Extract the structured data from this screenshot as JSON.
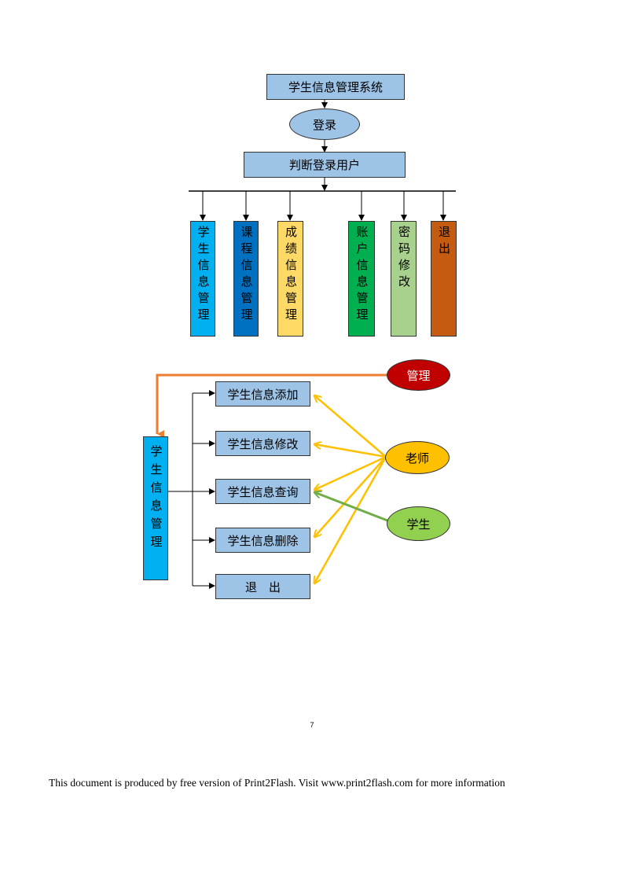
{
  "diagram": {
    "top_chart": {
      "title": "学生信息管理系统",
      "login": "登录",
      "judge": "判断登录用户",
      "modules": [
        {
          "label": "学生信息管理",
          "color": "#00b0f0"
        },
        {
          "label": "课程信息管理",
          "color": "#0070c0"
        },
        {
          "label": "成绩信息管理",
          "color": "#ffd966"
        },
        {
          "label": "账户信息管理",
          "color": "#00b050"
        },
        {
          "label": "密码修改",
          "color": "#a9d18e"
        },
        {
          "label": "退出",
          "color": "#c55a11"
        }
      ]
    },
    "bottom_chart": {
      "module": {
        "label": "学生信息管理",
        "color": "#00b0f0"
      },
      "functions": [
        "学生信息添加",
        "学生信息修改",
        "学生信息查询",
        "学生信息删除",
        "退　出"
      ],
      "roles": [
        {
          "label": "管理",
          "color": "#c00000",
          "text_color": "#ffffff",
          "line_color": "#ed7d31"
        },
        {
          "label": "老师",
          "color": "#ffc000",
          "text_color": "#000000",
          "line_color": "#ffc000"
        },
        {
          "label": "学生",
          "color": "#92d050",
          "text_color": "#000000",
          "line_color": "#70ad47"
        }
      ]
    }
  },
  "page_number": "7",
  "footer": "This document is produced by free version of Print2Flash. Visit www.print2flash.com for more information"
}
